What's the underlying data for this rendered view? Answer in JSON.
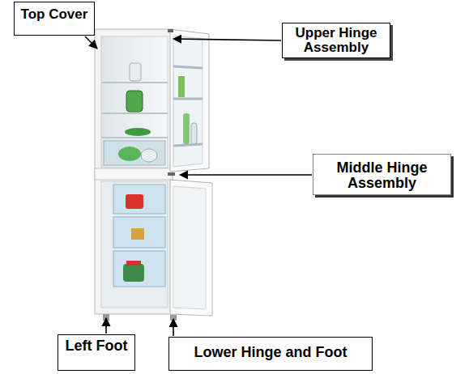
{
  "diagram": {
    "nodes": [
      {
        "text": [
          "Top Cover"
        ]
      },
      {
        "text": [
          "Upper Hinge Assembly"
        ]
      },
      {
        "text": [
          "Middle Hinge Assembly"
        ]
      },
      {
        "text": [
          "Left Foot"
        ]
      },
      {
        "text": [
          "Lower Hinge and Foot"
        ]
      }
    ]
  }
}
